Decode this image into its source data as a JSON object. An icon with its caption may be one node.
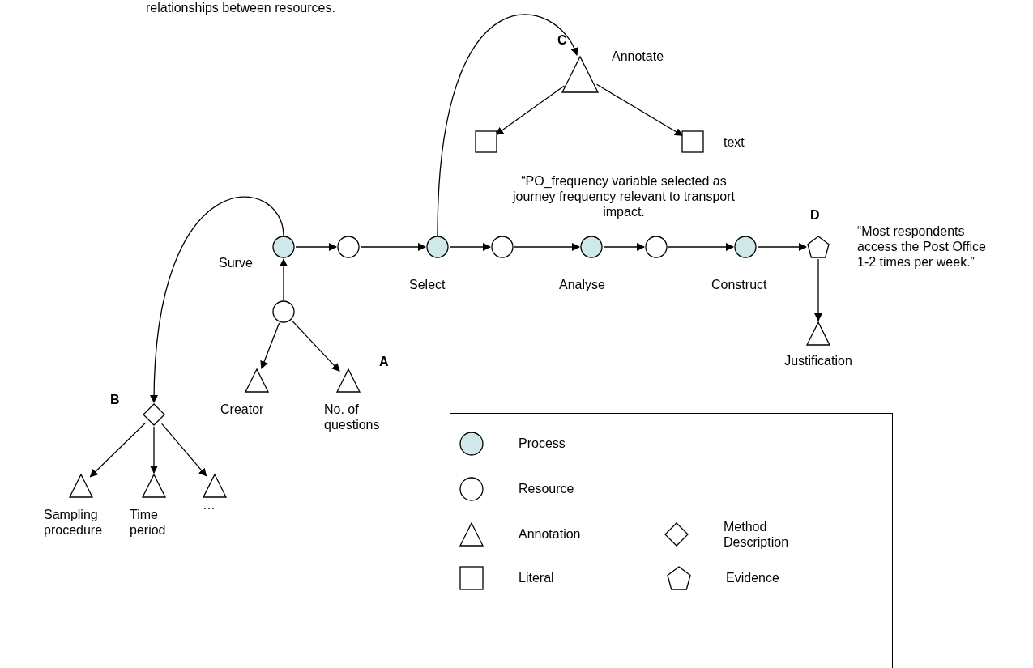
{
  "diagram": {
    "nodes": [
      {
        "text": [],
        "shape": "triangle",
        "beside": [
          "Annotate"
        ]
      },
      {
        "text": [],
        "shape": "box"
      },
      {
        "text": [],
        "shape": "box",
        "beside": [
          "text"
        ]
      },
      {
        "text": [],
        "shape": "circle",
        "beside": [
          "Surve"
        ]
      },
      {
        "text": [],
        "shape": "circle"
      },
      {
        "text": [],
        "shape": "circle",
        "beside": [
          "Select"
        ]
      },
      {
        "text": [],
        "shape": "circle"
      },
      {
        "text": [],
        "shape": "circle",
        "beside": [
          "Analyse"
        ]
      },
      {
        "text": [],
        "shape": "circle"
      },
      {
        "text": [],
        "shape": "circle",
        "beside": [
          "Construct"
        ]
      },
      {
        "text": [],
        "shape": "pentagon",
        "beside": [
          "“Most respondents access the Post Office 1-2 times per week.”"
        ]
      },
      {
        "text": [],
        "shape": "triangle",
        "beside": [
          "Justification"
        ]
      },
      {
        "text": [],
        "shape": "circle"
      },
      {
        "text": [],
        "shape": "triangle",
        "beside": [
          "Creator"
        ]
      },
      {
        "text": [],
        "shape": "triangle",
        "beside": [
          "No. of questions"
        ]
      },
      {
        "text": [],
        "shape": "diamond"
      },
      {
        "text": [],
        "shape": "triangle",
        "beside": [
          "Sampling procedure"
        ]
      },
      {
        "text": [],
        "shape": "triangle",
        "beside": [
          "Time period"
        ]
      },
      {
        "text": [],
        "shape": "triangle",
        "beside": [
          "…"
        ]
      }
    ],
    "edges": [
      {
        "from": 5,
        "to": 0,
        "arrow": "to"
      },
      {
        "from": 0,
        "to": 1,
        "arrow": "to"
      },
      {
        "from": 0,
        "to": 2,
        "arrow": "to"
      },
      {
        "from": 3,
        "to": 4,
        "arrow": "to"
      },
      {
        "from": 4,
        "to": 5,
        "arrow": "to"
      },
      {
        "from": 5,
        "to": 6,
        "arrow": "to"
      },
      {
        "from": 6,
        "to": 7,
        "arrow": "to"
      },
      {
        "from": 7,
        "to": 8,
        "arrow": "to"
      },
      {
        "from": 8,
        "to": 9,
        "arrow": "to"
      },
      {
        "from": 9,
        "to": 10,
        "arrow": "to"
      },
      {
        "from": 10,
        "to": 11,
        "arrow": "to"
      },
      {
        "from": 12,
        "to": 3,
        "arrow": "to"
      },
      {
        "from": 12,
        "to": 13,
        "arrow": "to"
      },
      {
        "from": 12,
        "to": 14,
        "arrow": "to"
      },
      {
        "from": 3,
        "to": 15,
        "arrow": "to"
      },
      {
        "from": 15,
        "to": 16,
        "arrow": "to"
      },
      {
        "from": 15,
        "to": 17,
        "arrow": "to"
      },
      {
        "from": 15,
        "to": 18,
        "arrow": "to"
      }
    ],
    "labels": [
      "relationships between resources.",
      "C",
      "“PO_frequency variable selected as journey frequency relevant to transport impact.",
      "D",
      "A",
      "B"
    ],
    "legend": [
      {
        "text": "Process"
      },
      {
        "text": "Resource"
      },
      {
        "text": "Annotation"
      },
      {
        "text": "Method Description"
      },
      {
        "text": "Literal"
      },
      {
        "text": "Evidence"
      }
    ]
  }
}
